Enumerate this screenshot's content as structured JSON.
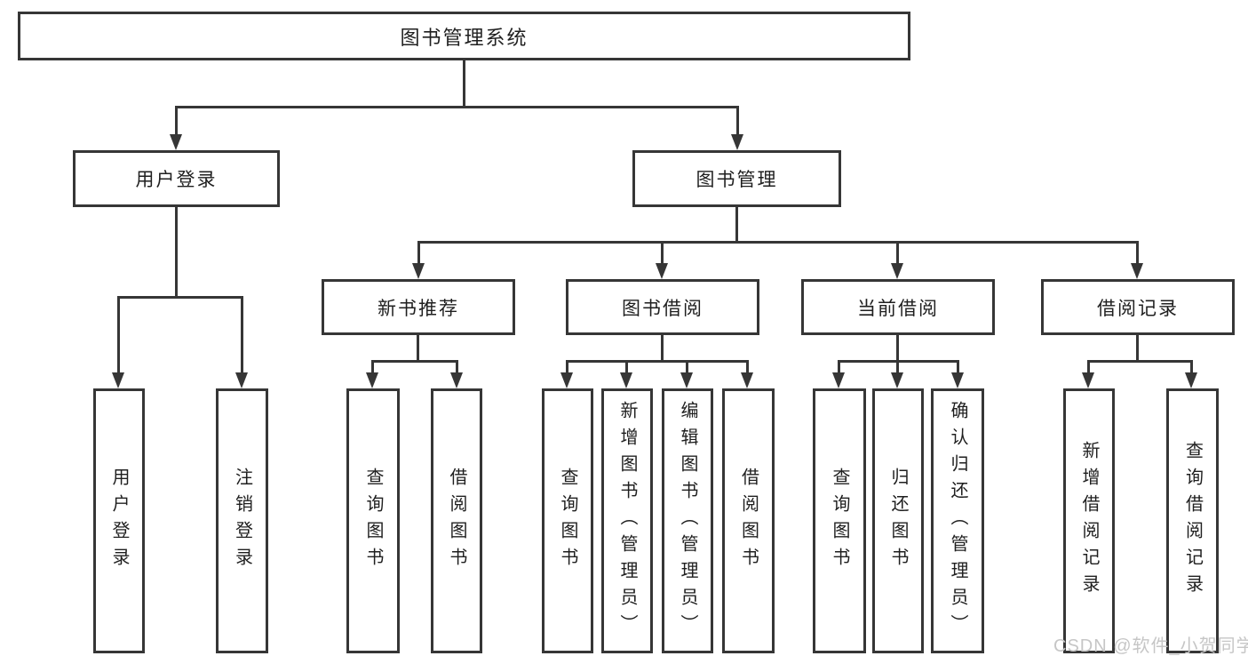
{
  "diagram": {
    "title": "图书管理系统",
    "type": "hierarchy-tree",
    "nodes": {
      "root": {
        "label": "图书管理系统"
      },
      "user_login": {
        "label": "用户登录"
      },
      "book_mgmt": {
        "label": "图书管理"
      },
      "new_book_rec": {
        "label": "新书推荐"
      },
      "book_borrow": {
        "label": "图书借阅"
      },
      "current_borrow": {
        "label": "当前借阅"
      },
      "borrow_records": {
        "label": "借阅记录"
      },
      "leaves": [
        {
          "label": "用户登录"
        },
        {
          "label": "注销登录"
        },
        {
          "label": "查询图书"
        },
        {
          "label": "借阅图书"
        },
        {
          "label": "查询图书"
        },
        {
          "label": "新增图书（管理员）"
        },
        {
          "label": "编辑图书（管理员）"
        },
        {
          "label": "借阅图书"
        },
        {
          "label": "查询图书"
        },
        {
          "label": "归还图书"
        },
        {
          "label": "确认归还（管理员）"
        },
        {
          "label": "新增借阅记录"
        },
        {
          "label": "查询借阅记录"
        }
      ]
    },
    "hierarchy": {
      "图书管理系统": {
        "用户登录": [
          "用户登录",
          "注销登录"
        ],
        "图书管理": {
          "新书推荐": [
            "查询图书",
            "借阅图书"
          ],
          "图书借阅": [
            "查询图书",
            "新增图书（管理员）",
            "编辑图书（管理员）",
            "借阅图书"
          ],
          "当前借阅": [
            "查询图书",
            "归还图书",
            "确认归还（管理员）"
          ],
          "借阅记录": [
            "新增借阅记录",
            "查询借阅记录"
          ]
        }
      }
    },
    "colors": {
      "line": "#363636",
      "text": "#1f1f1f",
      "background": "#ffffff",
      "watermark_color": "#c6c6c6"
    }
  },
  "watermark": {
    "text": "CSDN @软件_小贺同学"
  }
}
